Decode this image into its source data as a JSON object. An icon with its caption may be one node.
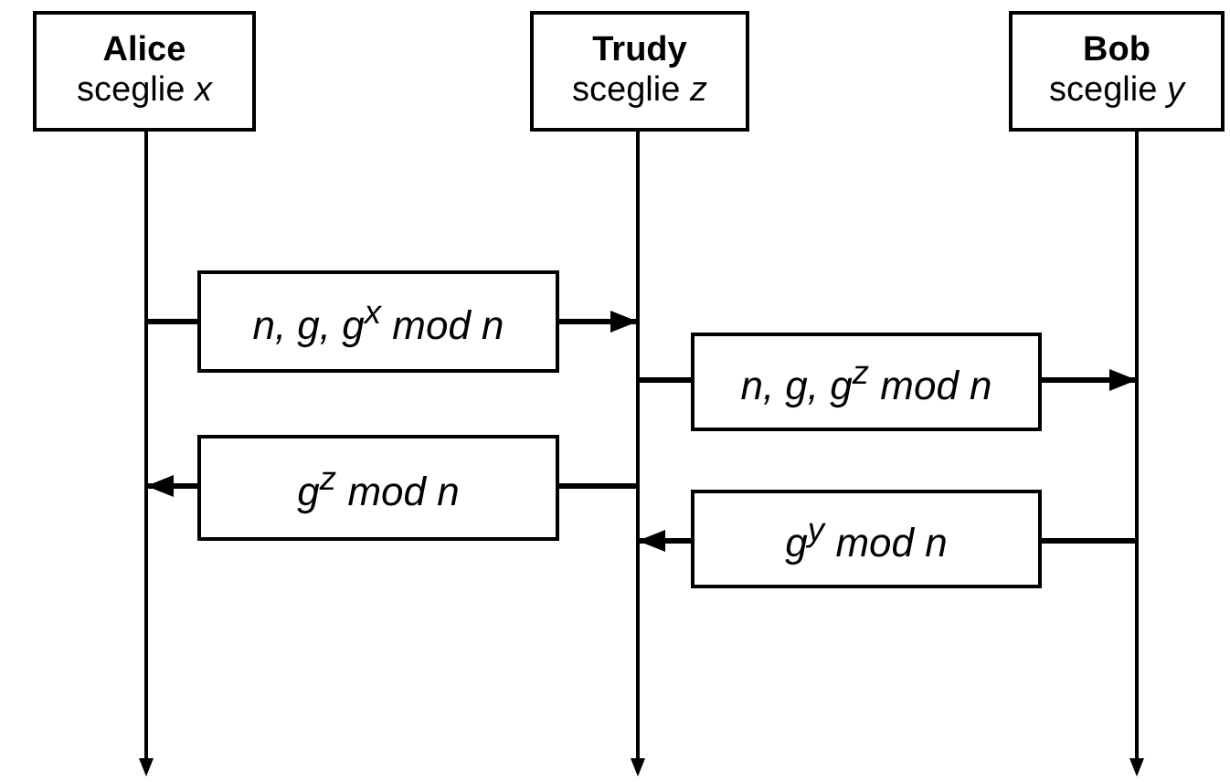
{
  "diagram": {
    "nodes": [
      {
        "text": [
          "Alice",
          "sceglie *x*"
        ]
      },
      {
        "text": [
          "Trudy",
          "sceglie *z*"
        ]
      },
      {
        "text": [
          "Bob",
          "sceglie *y*"
        ]
      },
      {
        "text": [],
        "shape": "line"
      },
      {
        "text": [],
        "shape": "line"
      },
      {
        "text": [],
        "shape": "line"
      },
      {
        "text": [
          "n, g, g$^{x}$ mod n"
        ]
      },
      {
        "text": [
          "n, g, g$^{z}$ mod n"
        ]
      },
      {
        "text": [
          "g$^{z}$ mod n"
        ]
      },
      {
        "text": [
          "g$^{y}$ mod n"
        ]
      }
    ],
    "edges": [
      {
        "from": 3,
        "to": 6,
        "arrow": "none"
      },
      {
        "from": 6,
        "to": 4,
        "arrow": "to"
      },
      {
        "from": 4,
        "to": 7,
        "arrow": "none"
      },
      {
        "from": 7,
        "to": 5,
        "arrow": "to"
      },
      {
        "from": 4,
        "to": 8,
        "arrow": "none"
      },
      {
        "from": 8,
        "to": 3,
        "arrow": "to"
      },
      {
        "from": 5,
        "to": 9,
        "arrow": "none"
      },
      {
        "from": 9,
        "to": 4,
        "arrow": "to"
      }
    ]
  }
}
